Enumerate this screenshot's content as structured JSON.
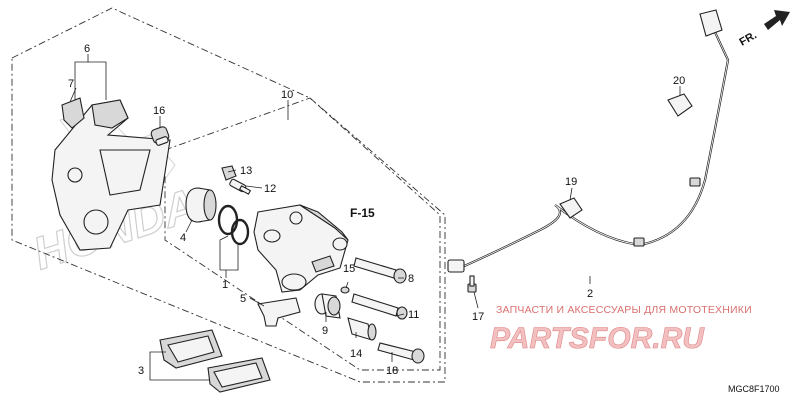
{
  "callouts": {
    "n1": "1",
    "n2": "2",
    "n3": "3",
    "n4": "4",
    "n5": "5",
    "n6": "6",
    "n7": "7",
    "n8": "8",
    "n9": "9",
    "n10": "10",
    "n11": "11",
    "n12": "12",
    "n13": "13",
    "n14": "14",
    "n15": "15",
    "n16": "16",
    "n17": "17",
    "n18": "18",
    "n19": "19",
    "n20": "20"
  },
  "reference": "F-15",
  "direction": "FR.",
  "watermark": {
    "subtitle": "ЗАПЧАСТИ И АКСЕССУАРЫ ДЛЯ МОТОТЕХНИКИ",
    "site": "PARTSFOR.RU",
    "logo_text": "HONDA"
  },
  "diagram_code": "MGC8F1700",
  "colors": {
    "watermark": "#e06a6a",
    "line": "#222222"
  }
}
